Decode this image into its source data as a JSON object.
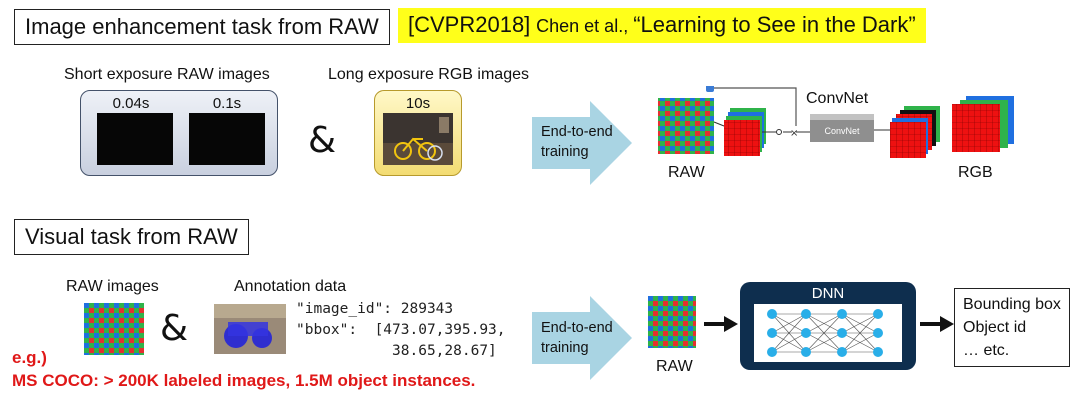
{
  "section1": {
    "title": "Image enhancement task from RAW",
    "citation_tag": "[CVPR2018]",
    "citation_authors": "Chen et al., ",
    "citation_title": "“Learning to See in the Dark”",
    "raw_images_label": "Short exposure RAW images",
    "raw_exposures": [
      "0.04s",
      "0.1s"
    ],
    "rgb_images_label": "Long exposure RGB images",
    "rgb_exposure": "10s",
    "ampersand": "&",
    "arrow_label": "End-to-end training",
    "convnet_title": "ConvNet",
    "convnet_block": "ConvNet",
    "raw_label": "RAW",
    "rgb_label": "RGB"
  },
  "section2": {
    "title": "Visual task from RAW",
    "raw_images_label": "RAW images",
    "annotation_label": "Annotation data",
    "annotation_lines": [
      "\"image_id\": 289343",
      "\"bbox\":  [473.07,395.93,",
      "           38.65,28.67]"
    ],
    "ampersand": "&",
    "arrow_label": "End-to-end training",
    "raw_label": "RAW",
    "dnn_label": "DNN",
    "outputs": [
      "Bounding box",
      "Object id",
      "… etc."
    ]
  },
  "footnote": {
    "eg": "e.g.)",
    "text": "MS COCO: > 200K labeled images, 1.5M object instances."
  },
  "colors": {
    "highlight": "#ffff1a",
    "arrow": "#a9d4e3",
    "dnn_bg": "#0e2e4e",
    "node": "#29aee8",
    "footnote": "#e01818"
  }
}
